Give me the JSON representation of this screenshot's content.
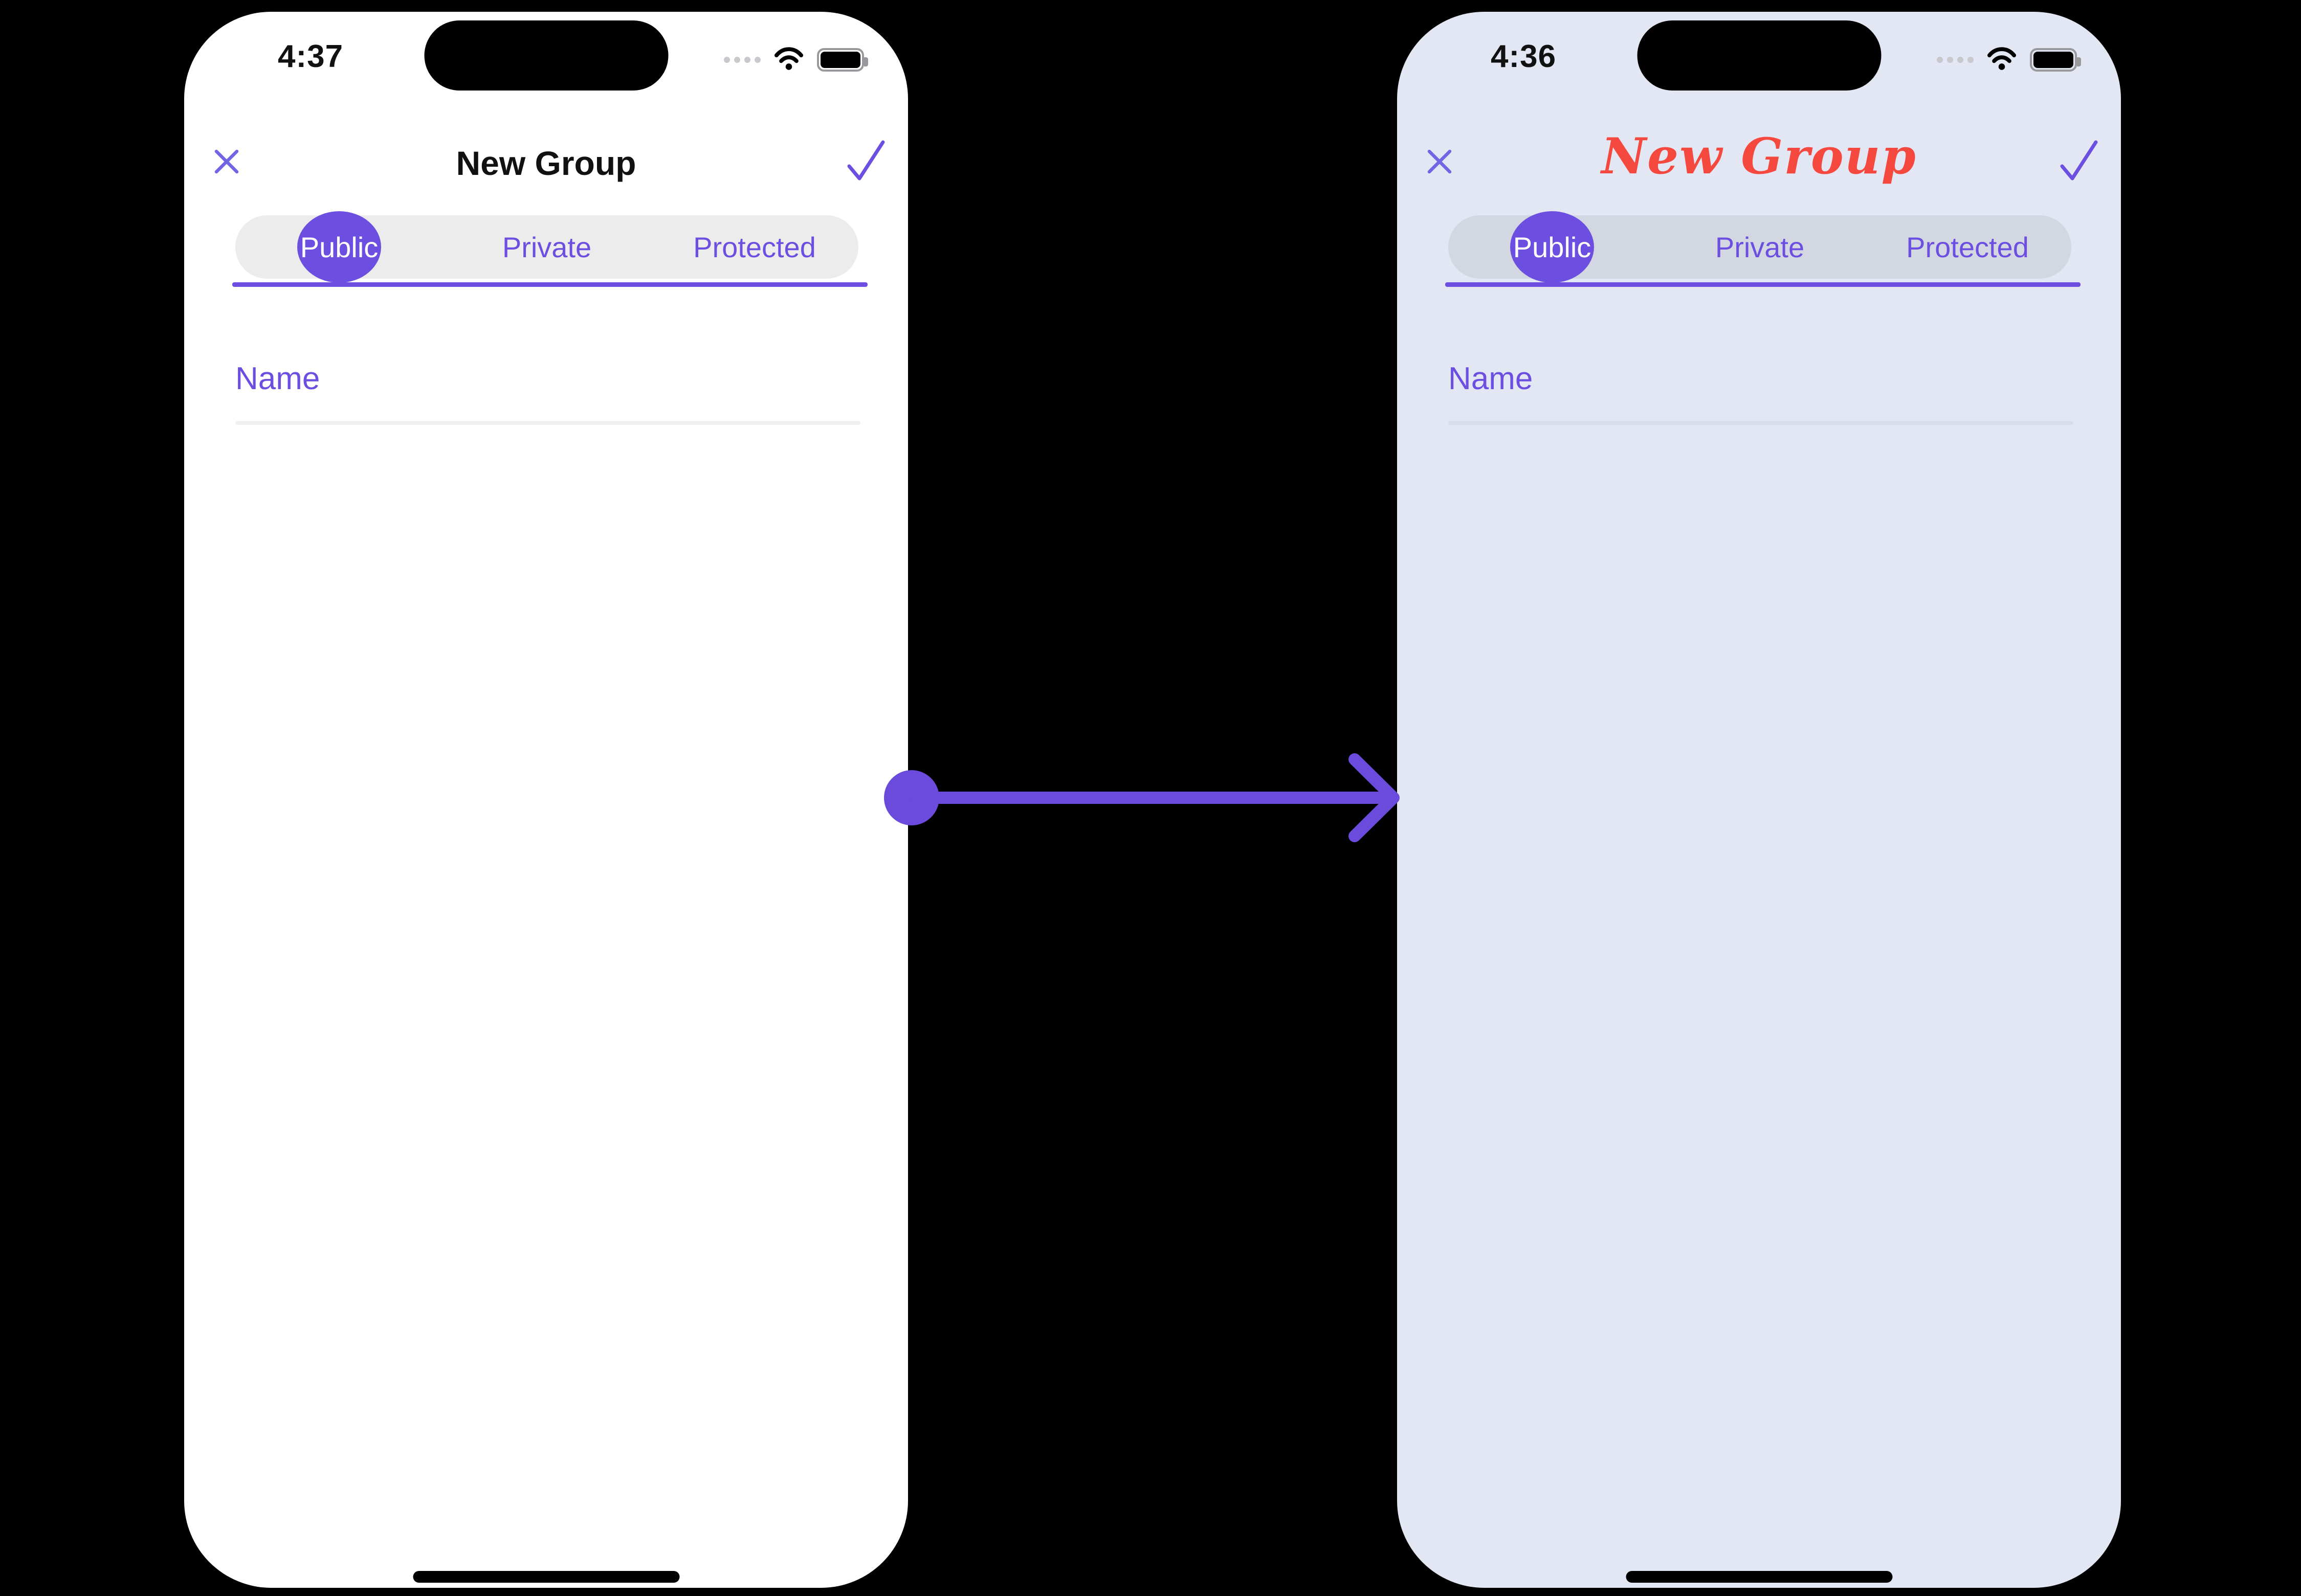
{
  "colors": {
    "canvas": "#000000",
    "accent": "#6C4FE0",
    "accent_soft": "#7265E3",
    "arrow": "#6A4BDB",
    "title_red": "#F5483F",
    "phone_before_bg": "#FFFFFF",
    "phone_after_bg": "#E3E7F4",
    "seg_bg_before": "#ECECEC",
    "seg_bg_after": "#D3D7E1",
    "line_before": "#F0F0F0",
    "line_after": "#D9DDE9"
  },
  "arrow": {
    "shape": "dot-line-chevron",
    "direction": "left-to-right"
  },
  "icons": {
    "close": "x-icon",
    "confirm": "checkmark-icon",
    "status": [
      "cellular-dots-icon",
      "wifi-icon",
      "battery-full-icon"
    ]
  },
  "phones": [
    {
      "variant": "before-default-theme",
      "time": "4:37",
      "nav": {
        "title": "New Group",
        "title_style": "plain-black"
      },
      "tabs": [
        {
          "label": "Public",
          "selected": true
        },
        {
          "label": "Private",
          "selected": false
        },
        {
          "label": "Protected",
          "selected": false
        }
      ],
      "form": {
        "name_placeholder": "Name",
        "name_value": ""
      }
    },
    {
      "variant": "after-custom-theme",
      "time": "4:36",
      "nav": {
        "title": "New Group",
        "title_style": "red-script"
      },
      "tabs": [
        {
          "label": "Public",
          "selected": true
        },
        {
          "label": "Private",
          "selected": false
        },
        {
          "label": "Protected",
          "selected": false
        }
      ],
      "form": {
        "name_placeholder": "Name",
        "name_value": ""
      }
    }
  ]
}
